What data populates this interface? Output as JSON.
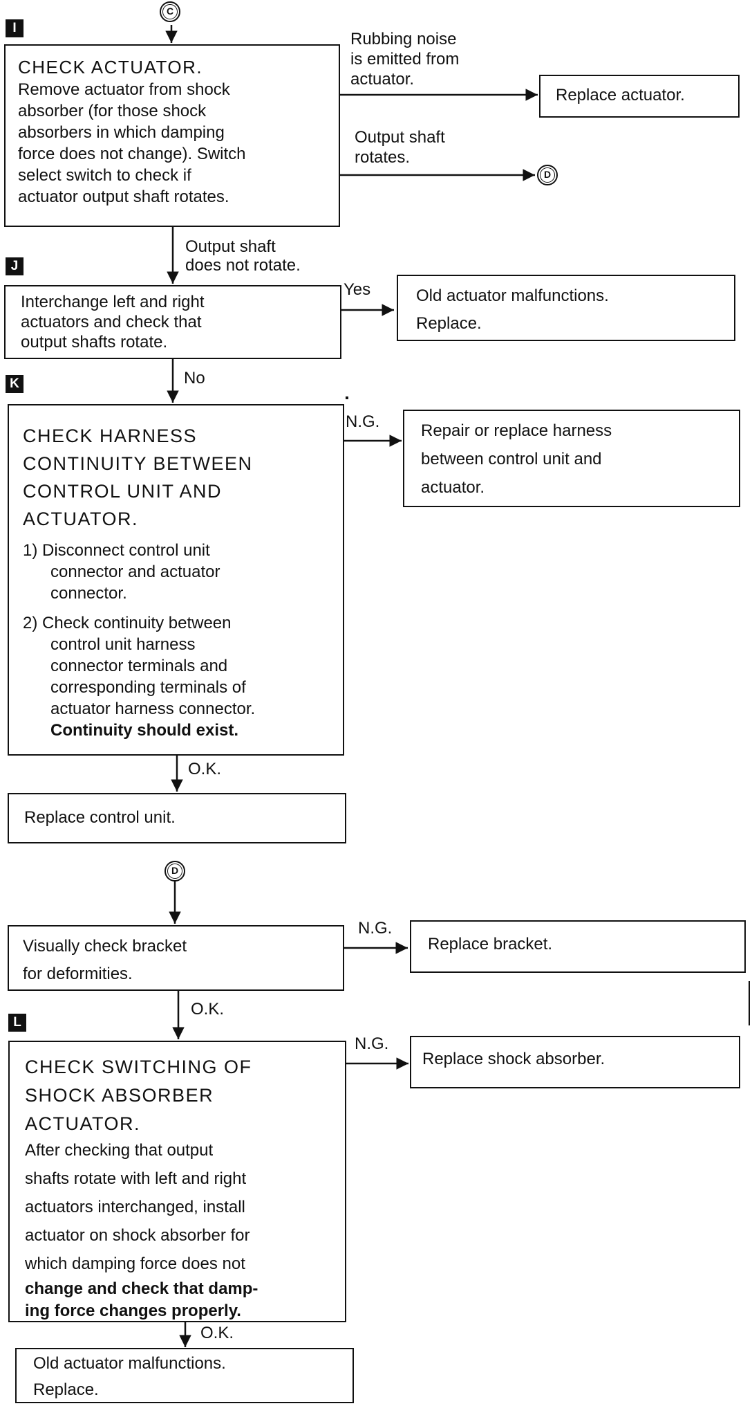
{
  "connectors": {
    "c": "C",
    "d_out": "D",
    "d_in": "D"
  },
  "step_labels": {
    "i": "I",
    "j": "J",
    "k": "K",
    "l": "L"
  },
  "box_i": {
    "title": "CHECK ACTUATOR.",
    "body": "Remove actuator from shock\nabsorber (for those shock\nabsorbers in which damping\nforce does not change). Switch\nselect switch to check if\nactuator output shaft rotates."
  },
  "branch_rubbing": {
    "label": "Rubbing noise\nis emitted from\nactuator.",
    "result": "Replace actuator."
  },
  "branch_rotates": {
    "label": "Output shaft\nrotates."
  },
  "arrow_i_down": "Output shaft\ndoes not rotate.",
  "box_j": {
    "body": "Interchange left and right\nactuators and check that\noutput shafts rotate."
  },
  "branch_j_yes": {
    "label": "Yes",
    "result": "Old actuator malfunctions.\nReplace."
  },
  "arrow_j_down": "No",
  "box_k": {
    "title": "CHECK HARNESS\nCONTINUITY BETWEEN\nCONTROL UNIT AND\nACTUATOR.",
    "step1": "1)  Disconnect control unit\nconnector and actuator\nconnector.",
    "step2": "2)  Check continuity between\ncontrol unit harness\nconnector terminals and\ncorresponding terminals of\nactuator harness connector.",
    "note": "Continuity should exist."
  },
  "branch_k_ng": {
    "label": "N.G.",
    "result": "Repair or replace harness\nbetween control unit and\nactuator."
  },
  "arrow_k_down": "O.K.",
  "box_k_ok": "Replace control unit.",
  "box_bracket": "Visually check bracket\nfor deformities.",
  "branch_bracket_ng": {
    "label": "N.G.",
    "result": "Replace bracket."
  },
  "arrow_bracket_down": "O.K.",
  "box_l": {
    "title": "CHECK SWITCHING OF\nSHOCK ABSORBER\nACTUATOR.",
    "body": "After checking that output\nshafts rotate with left and right\nactuators interchanged, install\nactuator on shock absorber for\nwhich damping force does not",
    "body_bold": "change and check that damp-\ning force changes properly."
  },
  "branch_l_ng": {
    "label": "N.G.",
    "result": "Replace shock absorber."
  },
  "arrow_l_down": "O.K.",
  "box_final": "Old actuator malfunctions.\nReplace."
}
